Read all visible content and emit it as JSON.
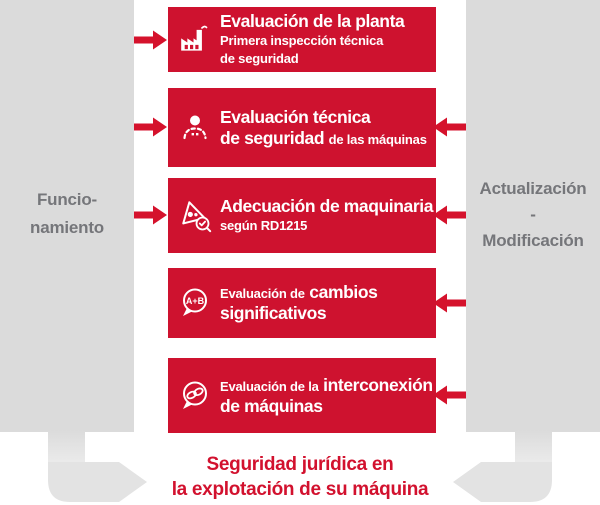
{
  "diagram": {
    "left_panel": {
      "label": "Funcio-\nnamiento"
    },
    "right_panel": {
      "label": "Actualización\n-\nModificación"
    },
    "boxes": [
      {
        "icon": "factory-icon",
        "title": "Evaluación de la planta",
        "subtitle": "Primera inspección técnica\nde seguridad",
        "arrows": {
          "left": true,
          "right": false
        }
      },
      {
        "icon": "technician-icon",
        "title": "Evaluación técnica\nde seguridad",
        "subtitle": "de las máquinas",
        "arrows": {
          "left": true,
          "right": true
        }
      },
      {
        "icon": "machinery-hazard-check-icon",
        "title": "Adecuación de maquinaria",
        "subtitle": "según RD1215",
        "arrows": {
          "left": true,
          "right": true
        }
      },
      {
        "icon": "ab-comparison-bubble-icon",
        "icon_label": "A+B",
        "pretitle": "Evaluación de",
        "title": "cambios significativos",
        "arrows": {
          "left": false,
          "right": true
        }
      },
      {
        "icon": "interconnection-bubble-icon",
        "pretitle": "Evaluación de la",
        "title": "interconexión de máquinas",
        "arrows": {
          "left": false,
          "right": true
        }
      }
    ],
    "footer": {
      "text": "Seguridad jurídica en\nla explotación de su máquina"
    },
    "colors": {
      "box_red": "#CE122F",
      "arrow_red": "#D5122C",
      "panel_gray": "#DBDBDB",
      "panel_text_gray": "#75767A",
      "ribbon_gray": "#E3E3E3",
      "footer_red": "#D2112E",
      "text_white": "#FFFFFF"
    }
  }
}
